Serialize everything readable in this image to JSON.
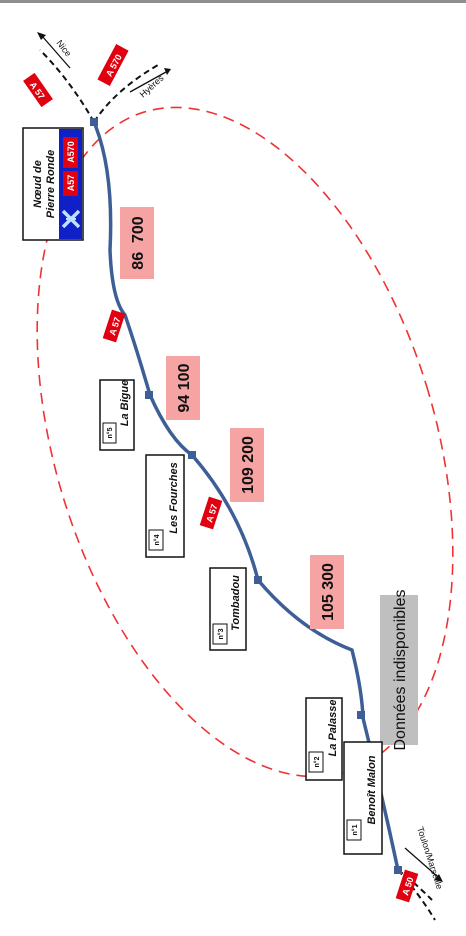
{
  "route_badges": {
    "a57_top": "A 57",
    "a570_top": "A 570",
    "a57_mid1": "A 57",
    "a57_mid2": "A 57",
    "a50_bottom": "A 50"
  },
  "directions": {
    "nice": "Nice",
    "hyeres": "Hyères",
    "toulon_marseille": "Toulon/Marseille"
  },
  "noeud": {
    "title_line1": "Nœud de",
    "title_line2": "Pierre Ronde",
    "badge_a57": "A57",
    "badge_a570": "A570"
  },
  "exits": [
    {
      "number": "n°1",
      "name": "Benoît Malon"
    },
    {
      "number": "n°2",
      "name": "La Palasse"
    },
    {
      "number": "n°3",
      "name": "Tombadou"
    },
    {
      "number": "n°4",
      "name": "Les Fourches"
    },
    {
      "number": "n°5",
      "name": "La Bigue"
    }
  ],
  "traffic": {
    "seg1": "86  700",
    "seg2": "94 100",
    "seg3": "109 200",
    "seg4": "105 300",
    "unavailable": "Données indisponibles"
  },
  "colors": {
    "route": "#3d5f96",
    "badge_red": "#e0000f",
    "traffic_bg": "#f6a3a3",
    "unavailable_bg": "#bfbfbf",
    "ellipse": "#ee3333",
    "blue_block": "#1020c8"
  }
}
